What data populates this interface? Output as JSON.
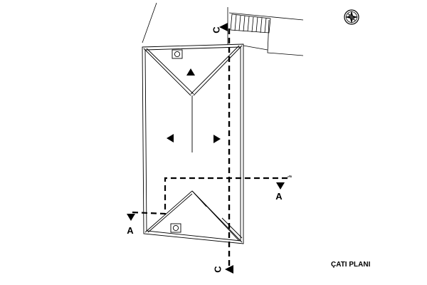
{
  "drawing": {
    "title": "ÇATI PLANI",
    "section_label_c": "C",
    "section_label_a": "A",
    "small_mark": "ᵞ⁰ᴰ"
  },
  "icons": {
    "north_arrow": "compass-rose-icon",
    "chimney": "chimney-icon",
    "slope_arrow": "triangle-arrow-icon"
  },
  "colors": {
    "line": "#000000",
    "background": "#ffffff"
  }
}
